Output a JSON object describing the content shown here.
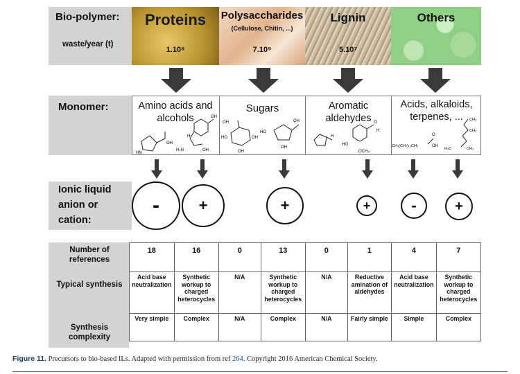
{
  "row_labels": {
    "biopolymer": "Bio-polymer:",
    "waste": "waste/year (t)",
    "monomer": "Monomer:",
    "ionic": [
      "Ionic liquid",
      "anion or",
      "cation:"
    ]
  },
  "biopolymers": [
    {
      "name": "Proteins",
      "sub": "",
      "waste": "1.10⁸"
    },
    {
      "name": "Polysaccharides",
      "sub": "(Cellulose, Chitin, ...)",
      "waste": "7.10⁹"
    },
    {
      "name": "Lignin",
      "sub": "",
      "waste": "5.10⁷"
    },
    {
      "name": "Others",
      "sub": "",
      "waste": ""
    }
  ],
  "monomers": [
    {
      "text": "Amino acids and alcohols"
    },
    {
      "text": "Sugars"
    },
    {
      "text": "Aromatic aldehydes"
    },
    {
      "text": "Acids, alkaloids, terpenes, ..."
    }
  ],
  "structure_labels": {
    "oh": "OH",
    "nh": "HN",
    "h": "H",
    "nh2": "H₂N",
    "ho": "HO",
    "o": "O",
    "och3": "OCH₃",
    "acid": "CH₃(CH₂)₁₅CH₂",
    "ch3": "CH₃",
    "h3c": "H₃C"
  },
  "ions": [
    "-",
    "+",
    "+",
    "+",
    "-",
    "+"
  ],
  "table": {
    "row_headers": [
      "Number of references",
      "Typical synthesis",
      "Synthesis complexity"
    ],
    "number_of_references": [
      "18",
      "16",
      "0",
      "13",
      "0",
      "1",
      "4",
      "7"
    ],
    "typical_synthesis": [
      "Acid base neutralization",
      "Synthetic workup to charged heterocycles",
      "N/A",
      "Synthetic workup to charged heterocycles",
      "N/A",
      "Reductive amination of aldehydes",
      "Acid base neutralization",
      "Synthetic workup to charged heterocycles"
    ],
    "synthesis_complexity": [
      "Very simple",
      "Complex",
      "N/A",
      "Complex",
      "N/A",
      "Fairly simple",
      "Simple",
      "Complex"
    ]
  },
  "caption": {
    "label": "Figure 11.",
    "text": " Precursors to bio-based ILs. Adapted with permission from ref ",
    "ref": "264",
    "tail": ". Copyright 2016 American Chemical Society."
  },
  "colors": {
    "box_gray": "#d3d3d3",
    "caption_blue": "#1b3a6b",
    "rule_blue": "#3c7fc0"
  }
}
